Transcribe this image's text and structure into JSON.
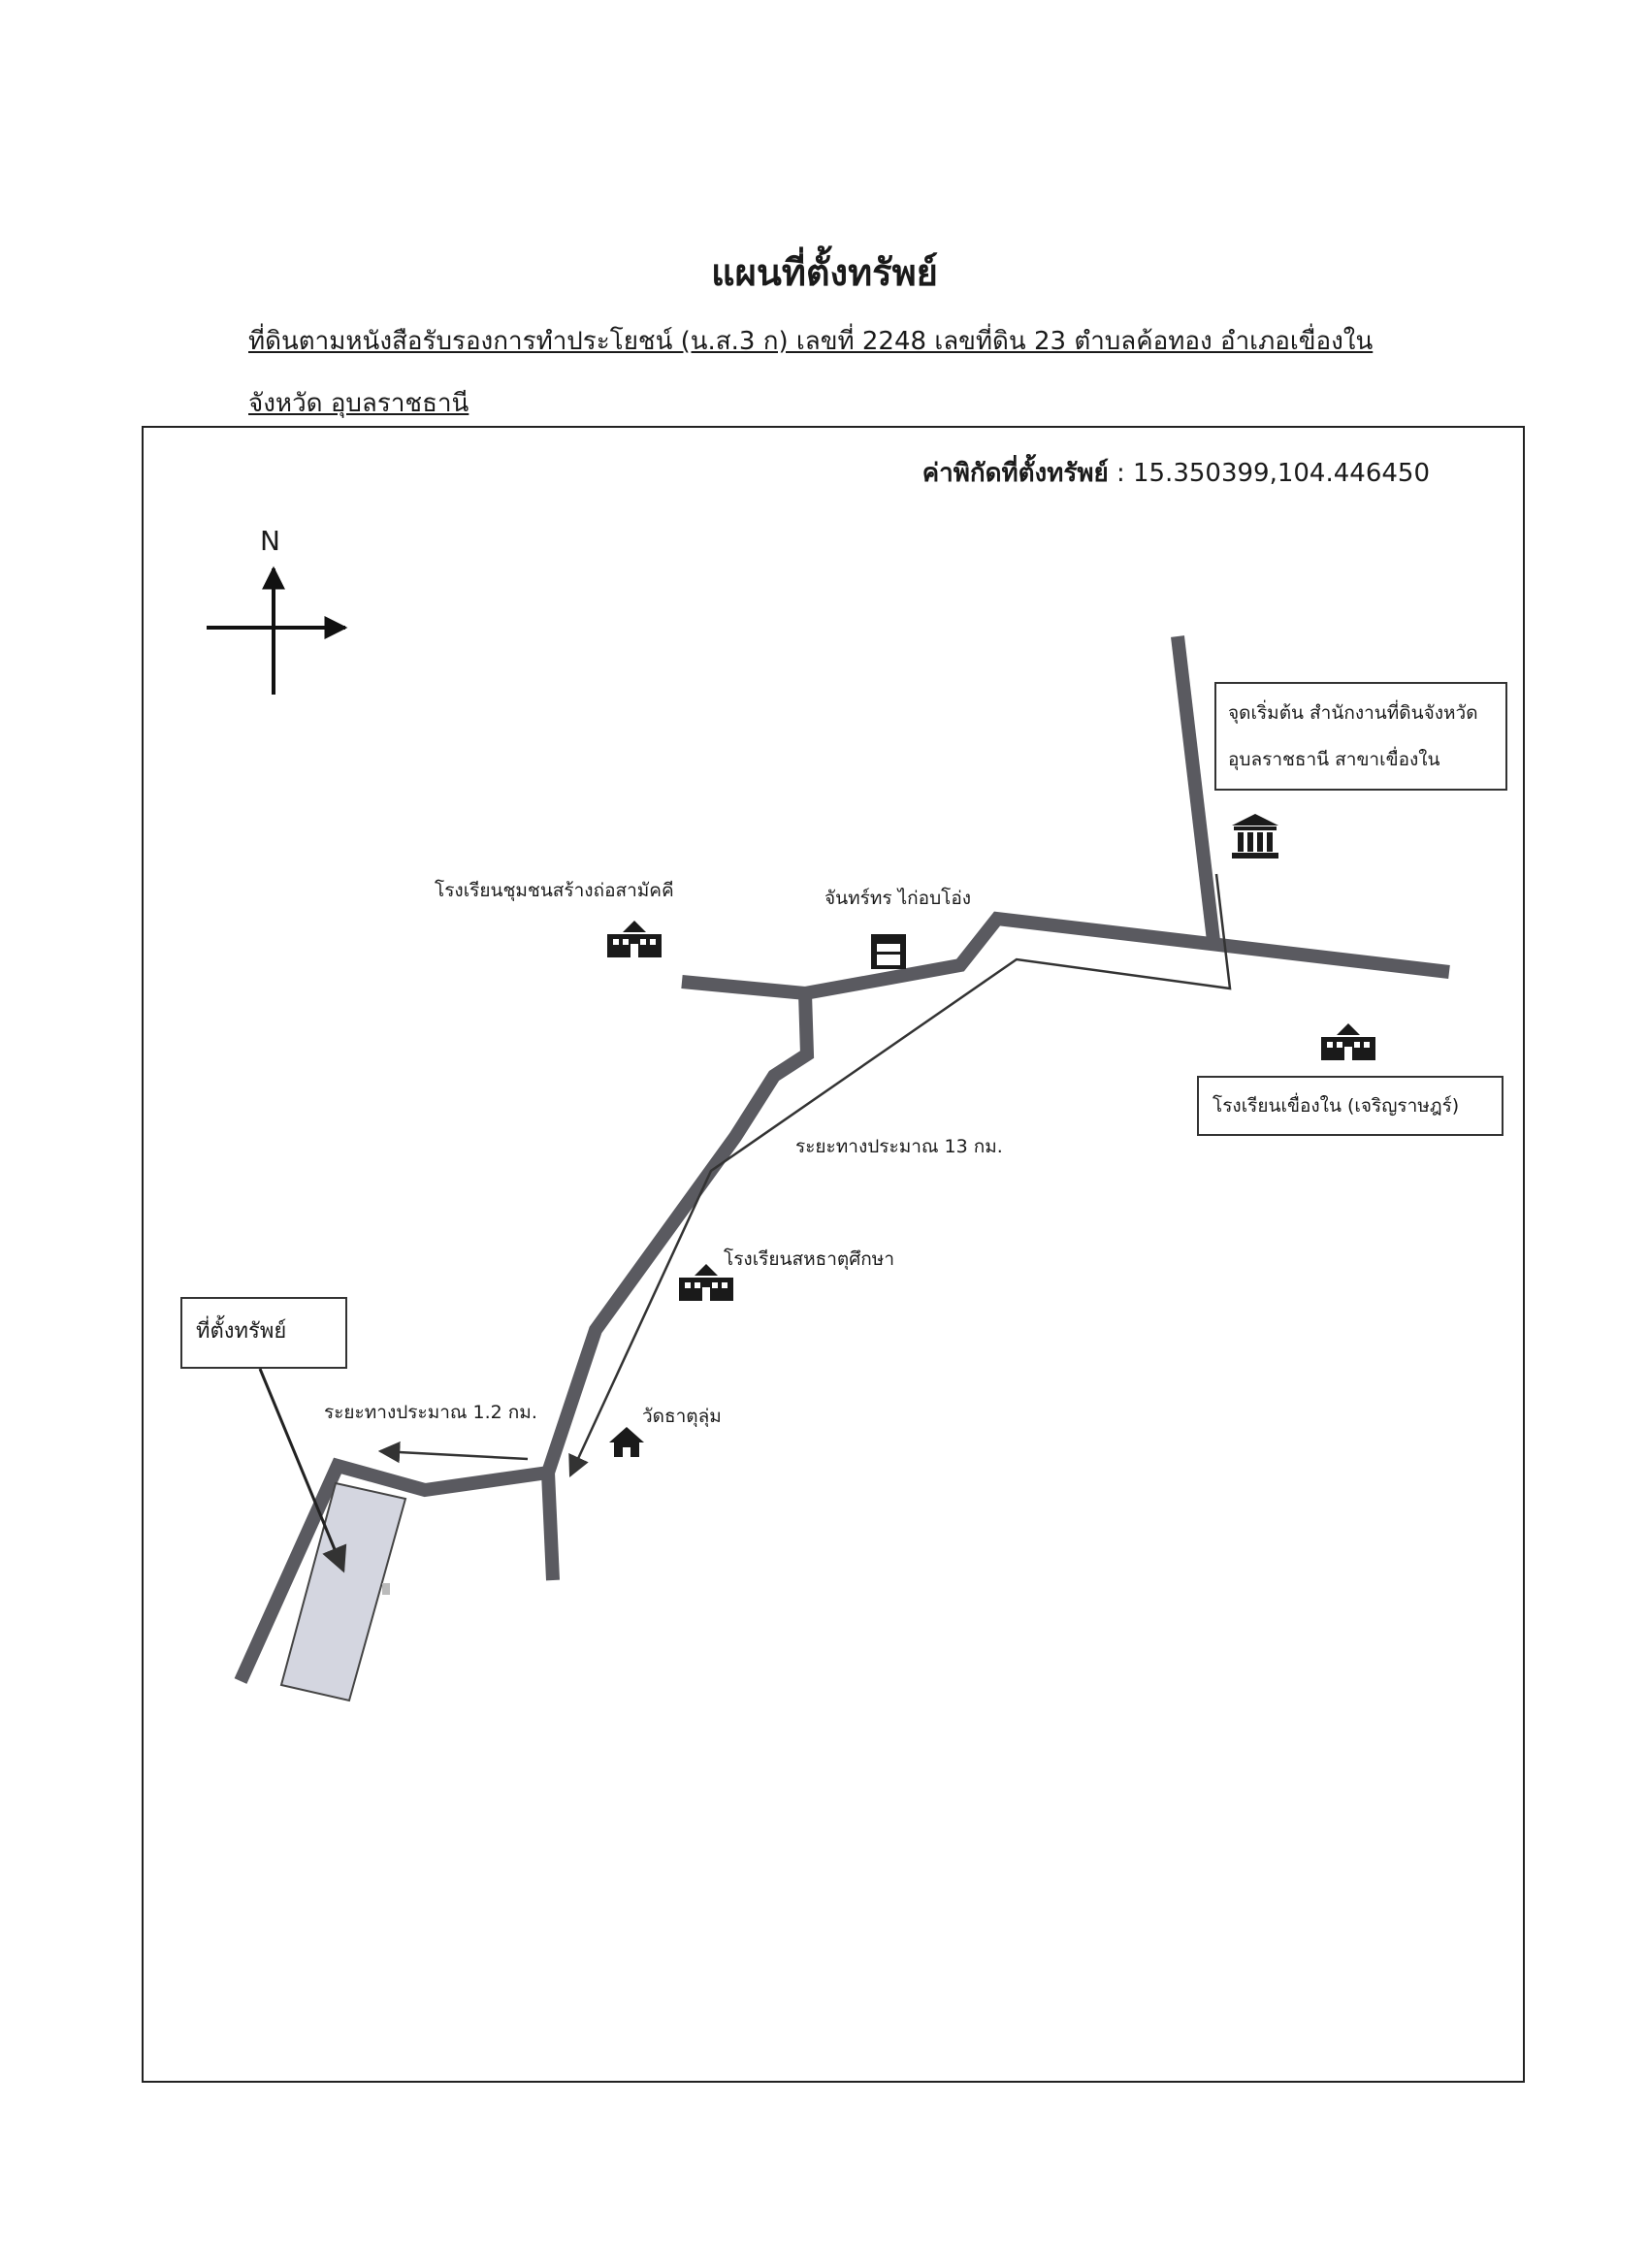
{
  "title": "แผนที่ตั้งทรัพย์",
  "subtitle": "ที่ดินตามหนังสือรับรองการทำประโยชน์ (น.ส.3 ก) เลขที่ 2248 เลขที่ดิน 23 ตำบลค้อทอง อำเภอเขื่องใน จังหวัด อุบลราชธานี",
  "coordinates": {
    "label": "ค่าพิกัดที่ตั้งทรัพย์",
    "value": ": 15.350399,104.446450"
  },
  "compass": {
    "north": "N"
  },
  "places": {
    "start_box": "จุดเริ่มต้น สำนักงานที่ดินจังหวัด อุบลราชธานี สาขาเขื่องใน",
    "school_community": "โรงเรียนชุมชนสร้างถ่อสามัคคี",
    "shop": "จันทร์ทร ไก่อบโอ่ง",
    "school_khueangnai": "โรงเรียนเขื่องใน (เจริญราษฎร์)",
    "distance_13": "ระยะทางประมาณ 13 กม.",
    "school_sahathat": "โรงเรียนสหธาตุศึกษา",
    "property_box": "ที่ตั้งทรัพย์",
    "distance_1_2": "ระยะทางประมาณ 1.2 กม.",
    "temple": "วัดธาตุลุ่ม"
  },
  "icons": [
    "government-building-icon",
    "school-icon",
    "shop-icon",
    "house-icon"
  ],
  "colors": {
    "road": "#5a5a60",
    "parcel_fill": "#d4d6e0",
    "ink": "#1a1a1a"
  }
}
